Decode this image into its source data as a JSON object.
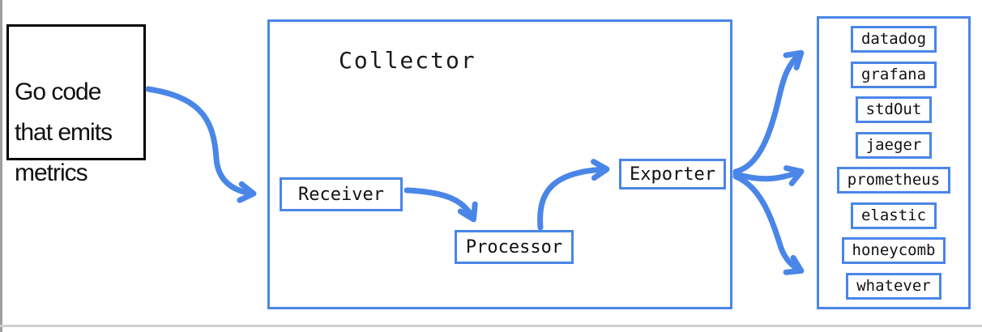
{
  "colors": {
    "accent_blue": "#4a86e8",
    "source_border_black": "#000000",
    "text": "#111111",
    "background": "#ffffff",
    "edge_line_gray": "#9e9e9e"
  },
  "source": {
    "label": "Go code\nthat emits\nmetrics"
  },
  "collector": {
    "title": "Collector",
    "receiver_label": "Receiver",
    "processor_label": "Processor",
    "exporter_label": "Exporter"
  },
  "destinations": {
    "items": [
      {
        "label": "datadog"
      },
      {
        "label": "grafana"
      },
      {
        "label": "stdOut"
      },
      {
        "label": "jaeger"
      },
      {
        "label": "prometheus"
      },
      {
        "label": "elastic"
      },
      {
        "label": "honeycomb"
      },
      {
        "label": "whatever"
      }
    ]
  }
}
